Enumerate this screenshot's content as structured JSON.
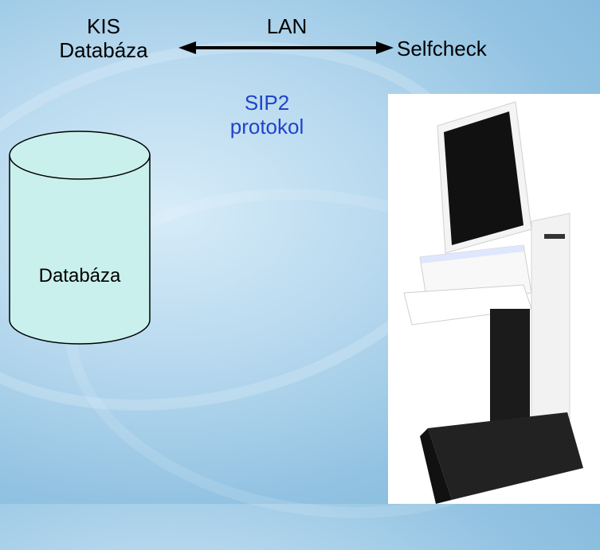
{
  "left_node": {
    "line1": "KIS",
    "line2": "Databáza"
  },
  "link": {
    "label": "LAN",
    "protocol_line1": "SIP2",
    "protocol_line2": "protokol"
  },
  "right_node": {
    "label": "Selfcheck"
  },
  "database": {
    "label": "Databáza"
  },
  "colors": {
    "protocol_text": "#1f44c8",
    "cylinder_fill": "#c9f0ec",
    "background": "#a9d0ea"
  },
  "icons": [
    "double-arrow-icon",
    "database-cylinder-icon",
    "selfcheck-kiosk-image"
  ]
}
